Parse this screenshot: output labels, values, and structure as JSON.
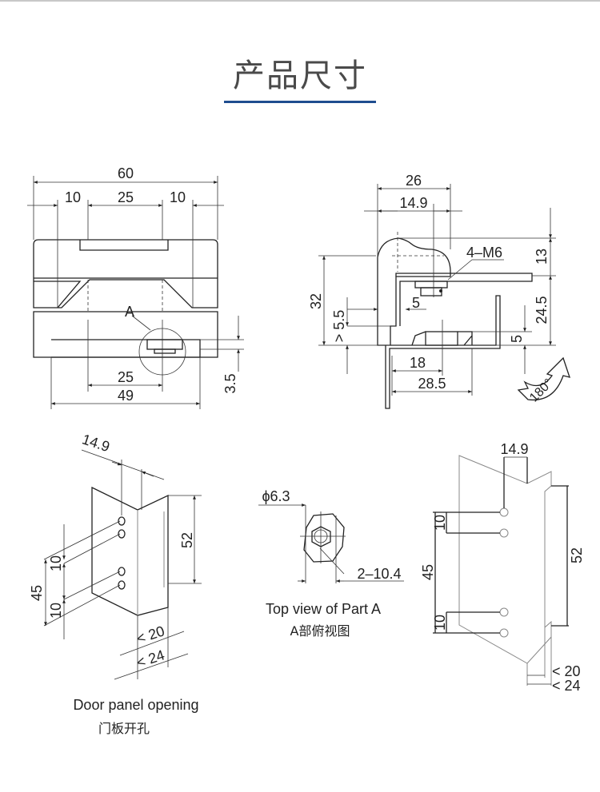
{
  "title": "产品尺寸",
  "colors": {
    "accent": "#1f4d8f",
    "line": "#222222"
  },
  "front_view": {
    "overall_width": "60",
    "left_offset": "10",
    "middle_span": "25",
    "right_offset": "10",
    "detail_marker": "A",
    "bottom_span": "25",
    "bottom_width": "49",
    "flange_thickness": "3.5"
  },
  "side_view": {
    "width": "26",
    "hole_offset": "14.9",
    "thread_label": "4–M6",
    "top_height": "13",
    "total_height": "32",
    "gap": "5",
    "min_gap": "> 5.5",
    "lower_height": "24.5",
    "nut_height": "5",
    "hole_to_edge": "18",
    "depth": "28.5",
    "rotation": "180°"
  },
  "door_panel": {
    "hole_offset": "14.9",
    "height": "52",
    "hole_spacing_1": "10",
    "total_spacing": "45",
    "hole_spacing_2": "10",
    "thickness_1": "< 20",
    "thickness_2": "< 24",
    "caption_en": "Door panel opening",
    "caption_cn": "门板开孔"
  },
  "part_a": {
    "diameter": "ϕ6.3",
    "range": "2–10.4",
    "caption_en": "Top view of Part A",
    "caption_cn": "A部俯视图"
  },
  "flat_view": {
    "hole_offset": "14.9",
    "hole_spacing_1": "10",
    "total_spacing": "45",
    "hole_spacing_2": "10",
    "height": "52",
    "thickness_1": "< 20",
    "thickness_2": "< 24"
  }
}
